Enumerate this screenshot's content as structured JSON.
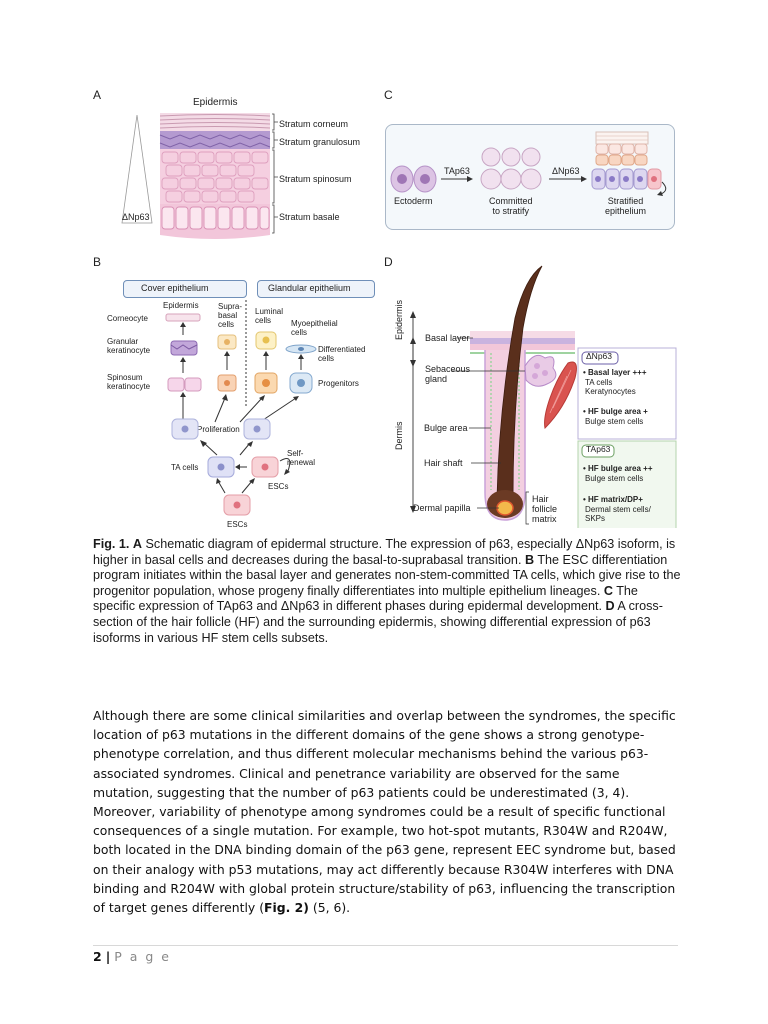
{
  "figure": {
    "panel_a": {
      "letter": "A",
      "title": "Epidermis",
      "layers": [
        "Stratum corneum",
        "Stratum granulosum",
        "Stratum spinosum",
        "Stratum basale"
      ],
      "gradient_label": "ΔNp63"
    },
    "panel_b": {
      "letter": "B",
      "box_cover": "Cover epithelium",
      "box_glandular": "Glandular epithelium",
      "col_epidermis": "Epidermis",
      "col_suprabasal": "Supra-\nbasal\ncells",
      "col_luminal": "Luminal\ncells",
      "col_myoepithelial": "Myoepithelial\ncells",
      "corneocyte": "Corneocyte",
      "granular": "Granular\nkeratinocyte",
      "spinosum": "Spinosum\nkeratinocyte",
      "differentiated": "Differentiated\ncells",
      "progenitors": "Progenitors",
      "proliferation": "Proliferation",
      "self_renewal": "Self-\nrenewal",
      "ta_cells": "TA cells",
      "escs_right": "ESCs",
      "escs_bottom": "ESCs"
    },
    "panel_c": {
      "letter": "C",
      "ectoderm": "Ectoderm",
      "tap63": "TAp63",
      "committed": "Committed\nto stratify",
      "dnp63": "ΔNp63",
      "stratified": "Stratified\nepithelium"
    },
    "panel_d": {
      "letter": "D",
      "epidermis": "Epidermis",
      "dermis": "Dermis",
      "basal_layer": "Basal layer",
      "sebaceous": "Sebaceous\ngland",
      "bulge": "Bulge area",
      "hair_shaft": "Hair shaft",
      "dermal_papilla": "Dermal papilla",
      "hair_follicle_matrix": "Hair\nfollicle\nmatrix",
      "box1_title": "ΔNp63",
      "box1_item1_bold": "• Basal layer +++",
      "box1_item1_sub": "TA cells\nKeratynocytes",
      "box1_item2_bold": "• HF bulge area +",
      "box1_item2_sub": "Bulge stem cells",
      "box2_title": "TAp63",
      "box2_item1_bold": "• HF bulge area ++",
      "box2_item1_sub": "Bulge stem cells",
      "box2_item2_bold": "• HF matrix/DP+",
      "box2_item2_sub": "Dermal stem cells/\nSKPs"
    }
  },
  "caption": {
    "label": "Fig. 1.",
    "a": "A",
    "text_a": " Schematic diagram of epidermal structure. The expression of p63, especially ΔNp63 isoform, is higher in basal cells and decreases during the basal-to-suprabasal transition. ",
    "b": "B",
    "text_b": " The ESC differentiation program initiates within the basal layer and generates non-stem-committed TA cells, which give rise to the progenitor population, whose progeny finally differentiates into multiple epithelium lineages. ",
    "c": "C",
    "text_c": " The specific expression of TAp63 and ΔNp63 in different phases during epidermal development. ",
    "d": "D",
    "text_d": " A cross-section of the hair follicle (HF) and the surrounding epidermis, showing differential expression of p63 isoforms in various HF stem cells subsets."
  },
  "paragraph": {
    "text_1": "Although there are some clinical similarities and overlap between the syndromes, the specific location of p63 mutations in the different domains of the gene shows a strong genotype-phenotype correlation, and thus different molecular mechanisms behind the various p63-associated syndromes. Clinical and penetrance variability are observed for the same mutation, suggesting that the number of p63 patients could be underestimated (3, 4). Moreover, variability of phenotype among syndromes could be a result of specific functional consequences of a single mutation. For example, two hot-spot mutants, R304W and R204W, both located in the DNA binding domain of the p63 gene, represent EEC syndrome but, based on their analogy with p53 mutations, may act differently because R304W interferes with DNA binding and R204W with global protein structure/stability of p63, influencing the transcription of target genes differently (",
    "fig_ref": "Fig. 2)",
    "text_2": " (5, 6)."
  },
  "footer": {
    "page_number": "2",
    "separator": "|",
    "page_word": "P a g e"
  }
}
